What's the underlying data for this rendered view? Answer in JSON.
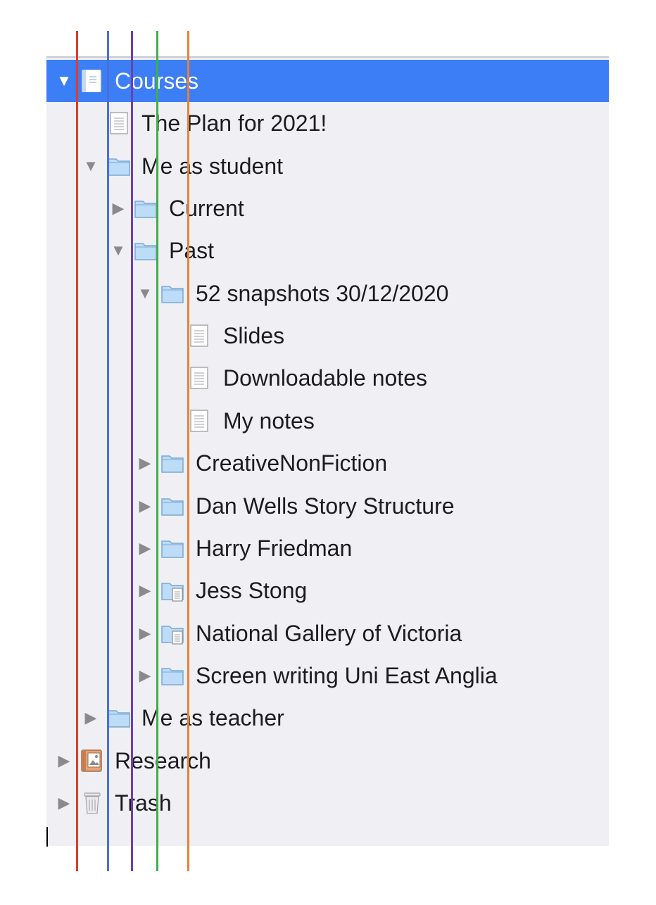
{
  "binder": {
    "items": [
      {
        "label": "Courses",
        "depth": 0,
        "expanded": true,
        "triangle": "open",
        "icon": "binder-text-icon",
        "selected": true
      },
      {
        "label": "The Plan for 2021!",
        "depth": 1,
        "triangle": "none",
        "icon": "document-icon"
      },
      {
        "label": "Me as student",
        "depth": 1,
        "triangle": "open",
        "icon": "folder-icon"
      },
      {
        "label": "Current",
        "depth": 2,
        "triangle": "closed",
        "icon": "folder-icon"
      },
      {
        "label": "Past",
        "depth": 2,
        "triangle": "open",
        "icon": "folder-icon"
      },
      {
        "label": "52 snapshots 30/12/2020",
        "depth": 3,
        "triangle": "open",
        "icon": "folder-icon"
      },
      {
        "label": "Slides",
        "depth": 4,
        "triangle": "none",
        "icon": "document-icon"
      },
      {
        "label": "Downloadable notes",
        "depth": 4,
        "triangle": "none",
        "icon": "document-icon"
      },
      {
        "label": "My notes",
        "depth": 4,
        "triangle": "none",
        "icon": "document-icon"
      },
      {
        "label": "CreativeNonFiction",
        "depth": 3,
        "triangle": "closed",
        "icon": "folder-icon"
      },
      {
        "label": "Dan Wells Story Structure",
        "depth": 3,
        "triangle": "closed",
        "icon": "folder-icon"
      },
      {
        "label": "Harry Friedman",
        "depth": 3,
        "triangle": "closed",
        "icon": "folder-icon"
      },
      {
        "label": "Jess Stong",
        "depth": 3,
        "triangle": "closed",
        "icon": "folder-document-icon"
      },
      {
        "label": "National Gallery of Victoria",
        "depth": 3,
        "triangle": "closed",
        "icon": "folder-document-icon"
      },
      {
        "label": "Screen writing Uni East Anglia",
        "depth": 3,
        "triangle": "closed",
        "icon": "folder-icon"
      },
      {
        "label": "Me as teacher",
        "depth": 1,
        "triangle": "closed",
        "icon": "folder-icon"
      },
      {
        "label": "Research",
        "depth": 0,
        "triangle": "closed",
        "icon": "research-icon"
      },
      {
        "label": "Trash",
        "depth": 0,
        "triangle": "closed",
        "icon": "trash-icon"
      }
    ]
  },
  "guides": [
    {
      "name": "guide-line-red",
      "color": "#e03a2e"
    },
    {
      "name": "guide-line-blue",
      "color": "#4a6fd4"
    },
    {
      "name": "guide-line-purple",
      "color": "#6b3fb0"
    },
    {
      "name": "guide-line-green",
      "color": "#3fae4a"
    },
    {
      "name": "guide-line-orange",
      "color": "#e8803a"
    }
  ],
  "colors": {
    "selection": "#3b7ef6",
    "background": "#efeff4",
    "folder_fill": "#bcdcf7",
    "folder_stroke": "#7aa8d4",
    "triangle": "#8a8a8e"
  }
}
